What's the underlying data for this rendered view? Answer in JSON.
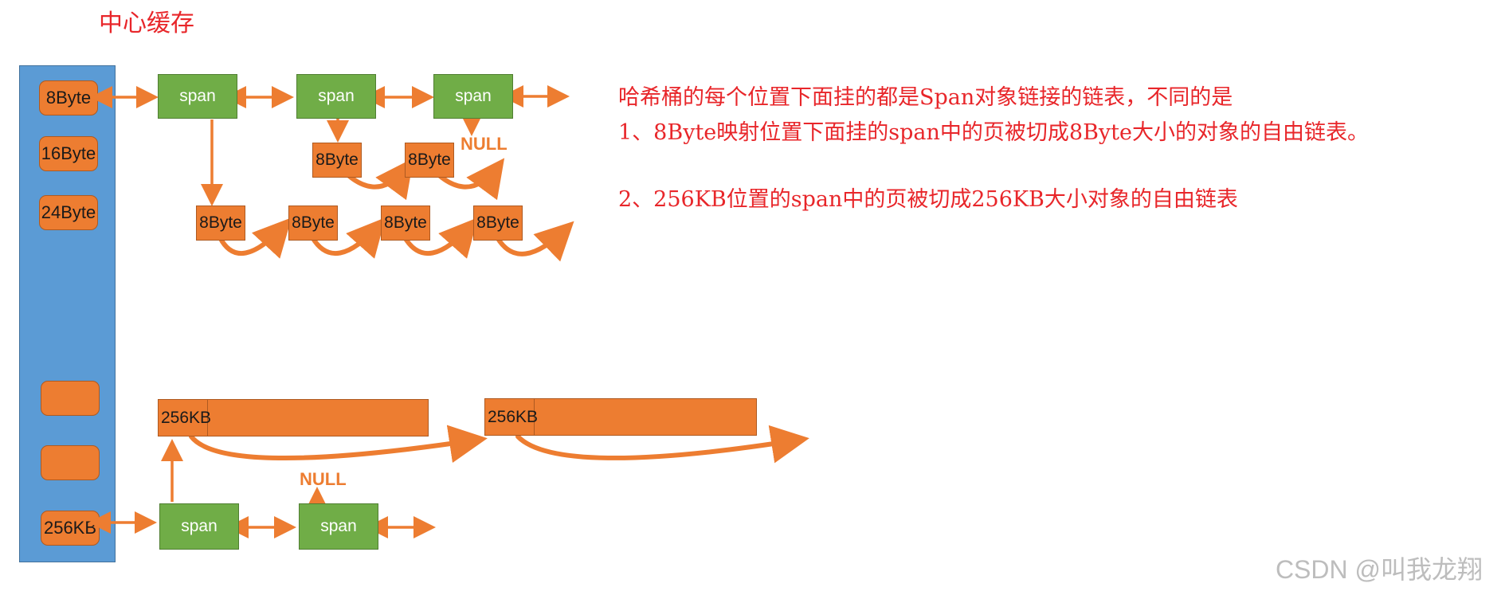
{
  "title": "中心缓存",
  "hash_buckets": {
    "b0": "8Byte",
    "b1": "16Byte",
    "b2": "24Byte",
    "b3": "",
    "b4": "",
    "b5": "256KB"
  },
  "span_label": "span",
  "obj_8": "8Byte",
  "obj_256": "256KB",
  "null_label": "NULL",
  "description": {
    "line1": "哈希桶的每个位置下面挂的都是Span对象链接的链表，不同的是",
    "line2": "1、8Byte映射位置下面挂的span中的页被切成8Byte大小的对象的自由链表。",
    "line3": "2、256KB位置的span中的页被切成256KB大小对象的自由链表"
  },
  "watermark": "CSDN @叫我龙翔",
  "colors": {
    "bucket_column": "#5b9bd5",
    "orange": "#ed7d31",
    "span_green": "#70ad47",
    "text_red": "#e8262a"
  }
}
